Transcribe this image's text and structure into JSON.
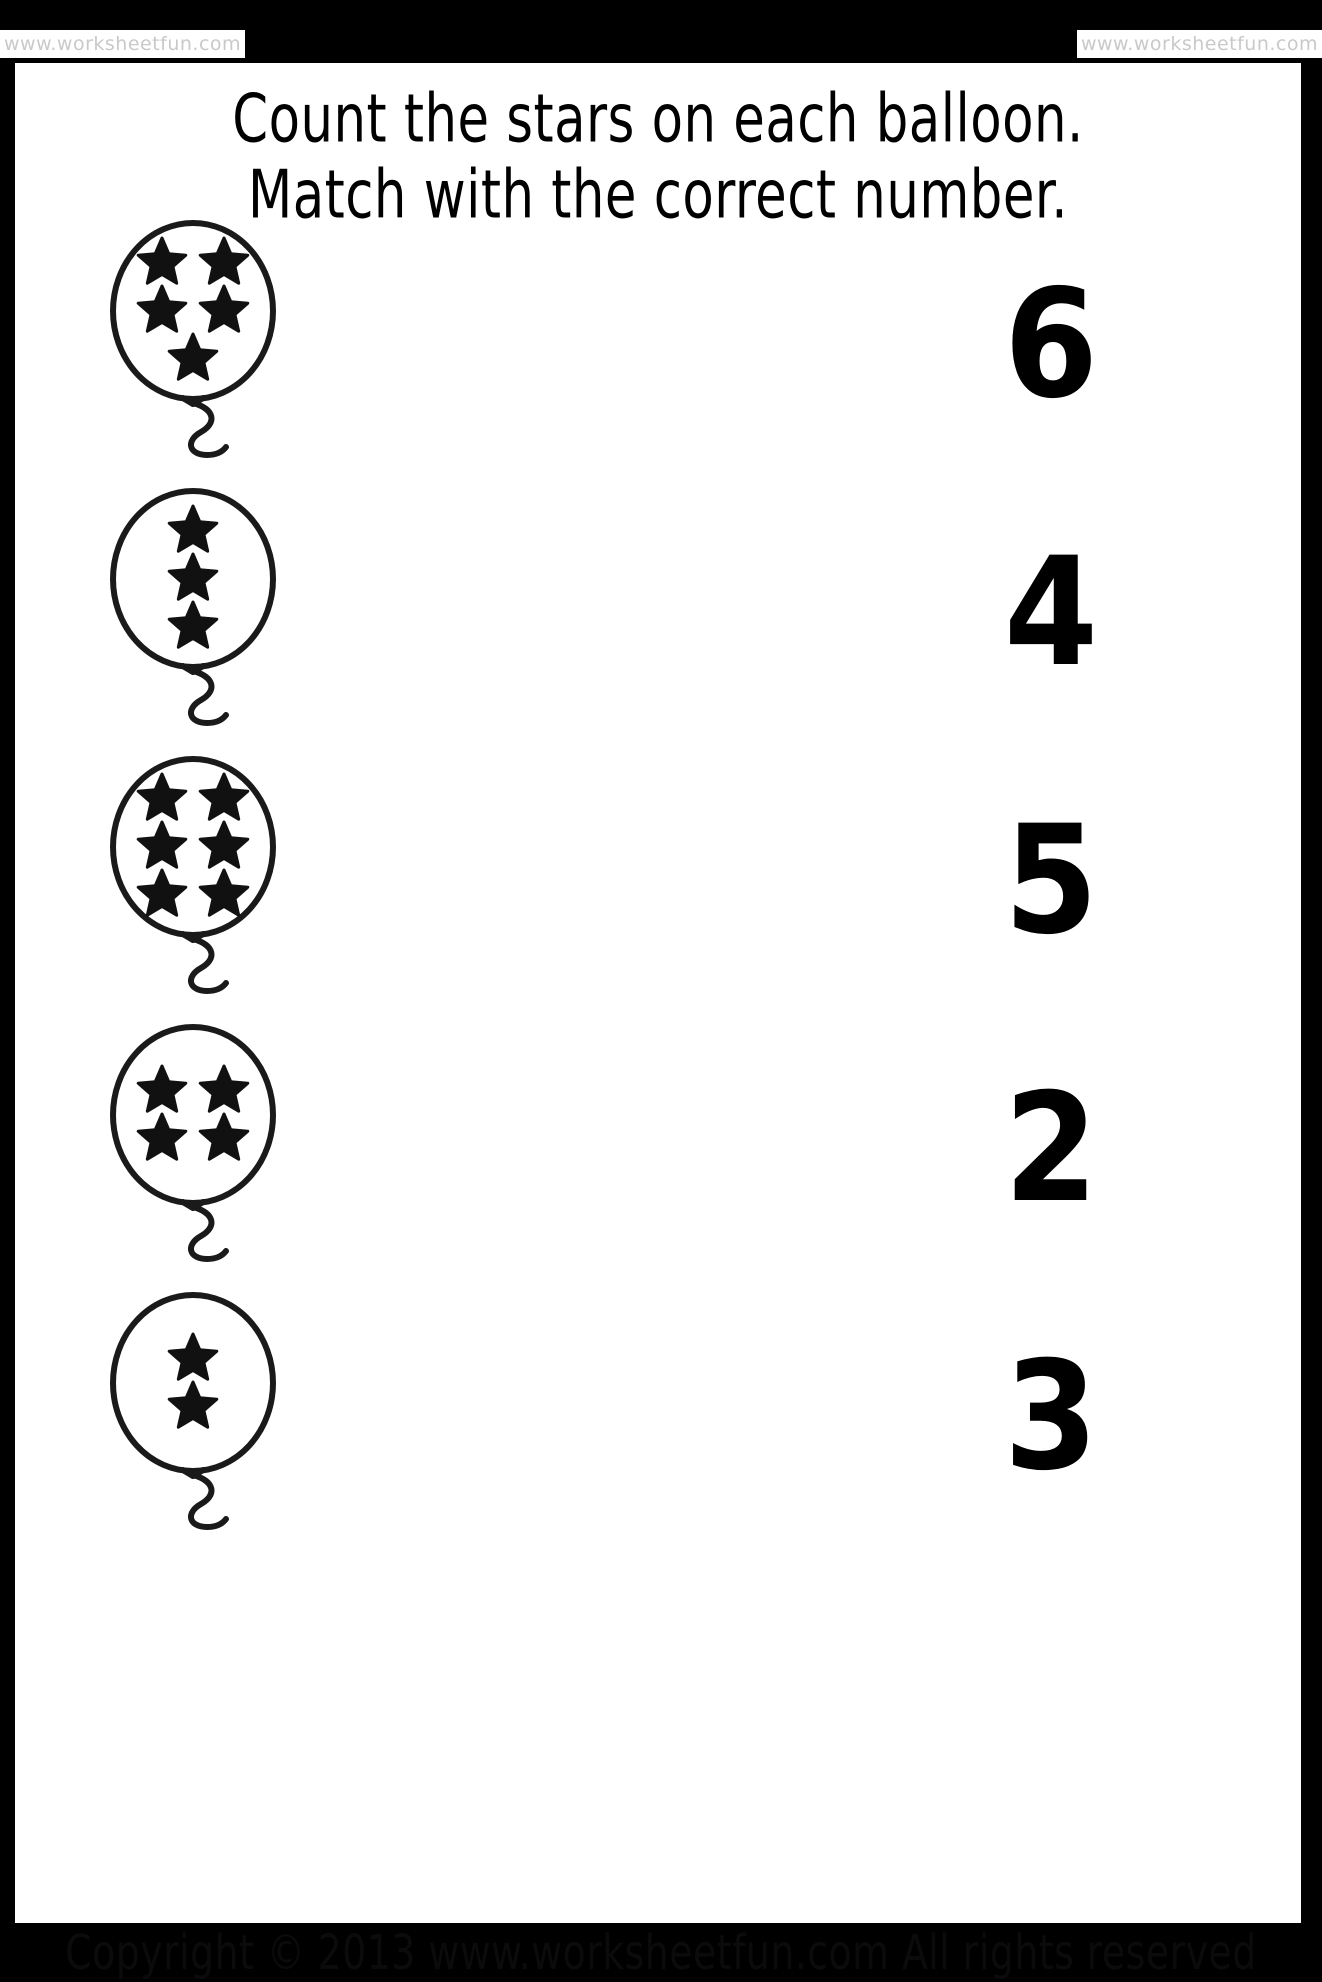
{
  "page": {
    "background_color": "#000000",
    "sheet_color": "#ffffff",
    "ink_color": "#000000"
  },
  "watermark": {
    "top_left": "www.worksheetfun.com",
    "top_center": "www.worksheetfun.com",
    "top_right": "www.worksheetfun.com",
    "color": "#c9c9c9"
  },
  "title": {
    "line1": "Count the stars on each balloon.",
    "line2": "Match with the correct number."
  },
  "rows": [
    {
      "id": "row-1",
      "star_count": 5,
      "star_layout": [
        2,
        2,
        1
      ],
      "number": "6"
    },
    {
      "id": "row-2",
      "star_count": 3,
      "star_layout": [
        1,
        1,
        1
      ],
      "number": "4"
    },
    {
      "id": "row-3",
      "star_count": 6,
      "star_layout": [
        2,
        2,
        2
      ],
      "number": "5"
    },
    {
      "id": "row-4",
      "star_count": 4,
      "star_layout": [
        2,
        2
      ],
      "number": "2"
    },
    {
      "id": "row-5",
      "star_count": 2,
      "star_layout": [
        1,
        1
      ],
      "number": "3"
    }
  ],
  "footer": {
    "copyright": "Copyright © 2013 www.worksheetfun.com All rights reserved"
  }
}
